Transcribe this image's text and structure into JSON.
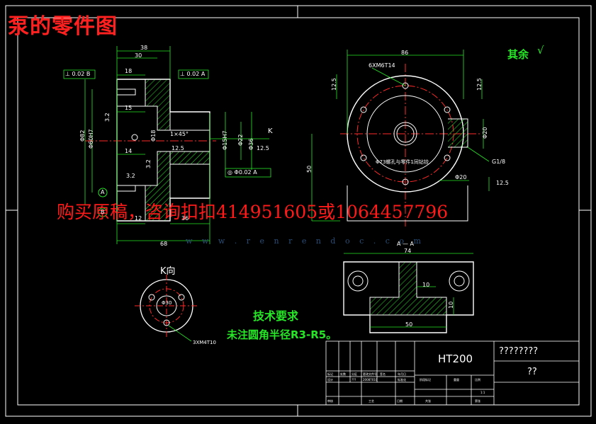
{
  "title": "泵的零件图",
  "advert": "购买原稿，咨询扣扣414951605或1064457796",
  "watermark": "w w w . r e n r e n d o c . c o m",
  "surface_note": "其余",
  "tech_requirements": {
    "heading": "技术要求",
    "line1": "未注圆角半径R3-R5。"
  },
  "view_labels": {
    "k_view": "K向",
    "section_aa": "A — A",
    "k_arrow": "K",
    "datum_a": "A",
    "datum_b": "B"
  },
  "front_view": {
    "dims": [
      "38",
      "30",
      "18",
      "15",
      "14",
      "12",
      "3.2",
      "3.2",
      "3.2",
      "Φ82",
      "Φ60H7",
      "Φ18",
      "1×45°",
      "Φ15H7",
      "Φ22",
      "Φ36",
      "12.5",
      "12.5",
      "68",
      "36"
    ],
    "tol_left": [
      "⊥",
      "0.02",
      "B"
    ],
    "tol_right": [
      "⊥",
      "0.02",
      "A"
    ],
    "tol_bottom": [
      "◎",
      "Φ0.02",
      "A"
    ]
  },
  "side_view": {
    "dims": [
      "86",
      "6XM6T14",
      "12.5",
      "12.5",
      "Φ20",
      "G1/8",
      "50",
      "Φ20",
      "12.5"
    ],
    "callout": "Φ73螺孔与零件1同钻铰"
  },
  "section_view": {
    "dims": [
      "74",
      "10",
      "10",
      "50"
    ]
  },
  "k_view": {
    "dims": [
      "Φ30",
      "3XM4T10"
    ]
  },
  "title_block": {
    "material": "HT200",
    "drawing_name": "????????",
    "drawing_no": "??",
    "scale": "1:1",
    "row_labels": [
      "标记",
      "处数",
      "分区",
      "更改文件号",
      "签名",
      "年月日"
    ],
    "row_labels2": [
      "设计",
      "???",
      "20087010",
      "标准化"
    ],
    "stage_labels": [
      "阶段标记",
      "重量",
      "比例"
    ],
    "bottom_labels": [
      "审核",
      "工艺",
      "日期",
      "共张",
      "第张"
    ]
  },
  "colors": {
    "background": "#000000",
    "line_white": "#ffffff",
    "line_green": "#27e627",
    "line_red": "#ff2a2a",
    "hatch": "#27e627",
    "title_red": "#ff2020"
  }
}
